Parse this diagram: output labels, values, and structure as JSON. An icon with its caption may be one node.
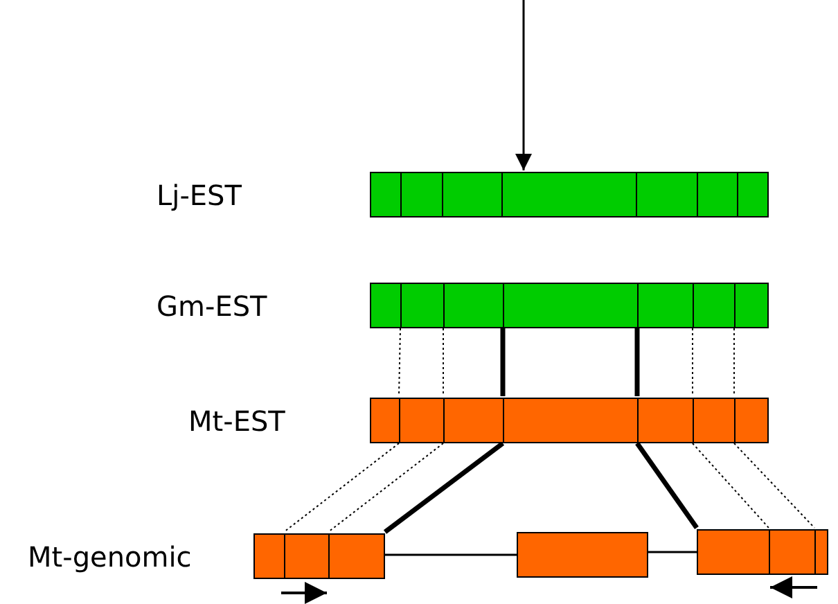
{
  "diagram": {
    "nodes": [
      {
        "text": [
          "Lj-EST"
        ]
      },
      {
        "text": [
          "Gm-EST"
        ]
      },
      {
        "text": [
          "Mt-EST"
        ]
      },
      {
        "text": [],
        "shape": "box"
      },
      {
        "text": [],
        "shape": "box"
      },
      {
        "text": [],
        "shape": "box"
      }
    ],
    "edges": [
      {
        "from": null,
        "to": 0,
        "arrow": "to"
      },
      {
        "from": 1,
        "to": 2,
        "arrow": "none",
        "style": "dashed"
      },
      {
        "from": 1,
        "to": 2,
        "arrow": "none",
        "style": "dashed"
      },
      {
        "from": 1,
        "to": 2,
        "arrow": "none",
        "style": "thick"
      },
      {
        "from": 1,
        "to": 2,
        "arrow": "none",
        "style": "thick"
      },
      {
        "from": 1,
        "to": 2,
        "arrow": "none",
        "style": "dashed"
      },
      {
        "from": 1,
        "to": 2,
        "arrow": "none",
        "style": "dashed"
      },
      {
        "from": 2,
        "to": 3,
        "arrow": "none",
        "style": "dashed"
      },
      {
        "from": 2,
        "to": 3,
        "arrow": "none",
        "style": "dashed"
      },
      {
        "from": 2,
        "to": 3,
        "arrow": "none",
        "style": "thick"
      },
      {
        "from": 2,
        "to": 5,
        "arrow": "none",
        "style": "thick"
      },
      {
        "from": 2,
        "to": 5,
        "arrow": "none",
        "style": "dashed"
      },
      {
        "from": 2,
        "to": 5,
        "arrow": "none",
        "style": "dashed"
      },
      {
        "from": 3,
        "to": 4,
        "arrow": "none"
      },
      {
        "from": 4,
        "to": 5,
        "arrow": "none"
      }
    ],
    "labels": [
      "Mt-genomic"
    ]
  }
}
